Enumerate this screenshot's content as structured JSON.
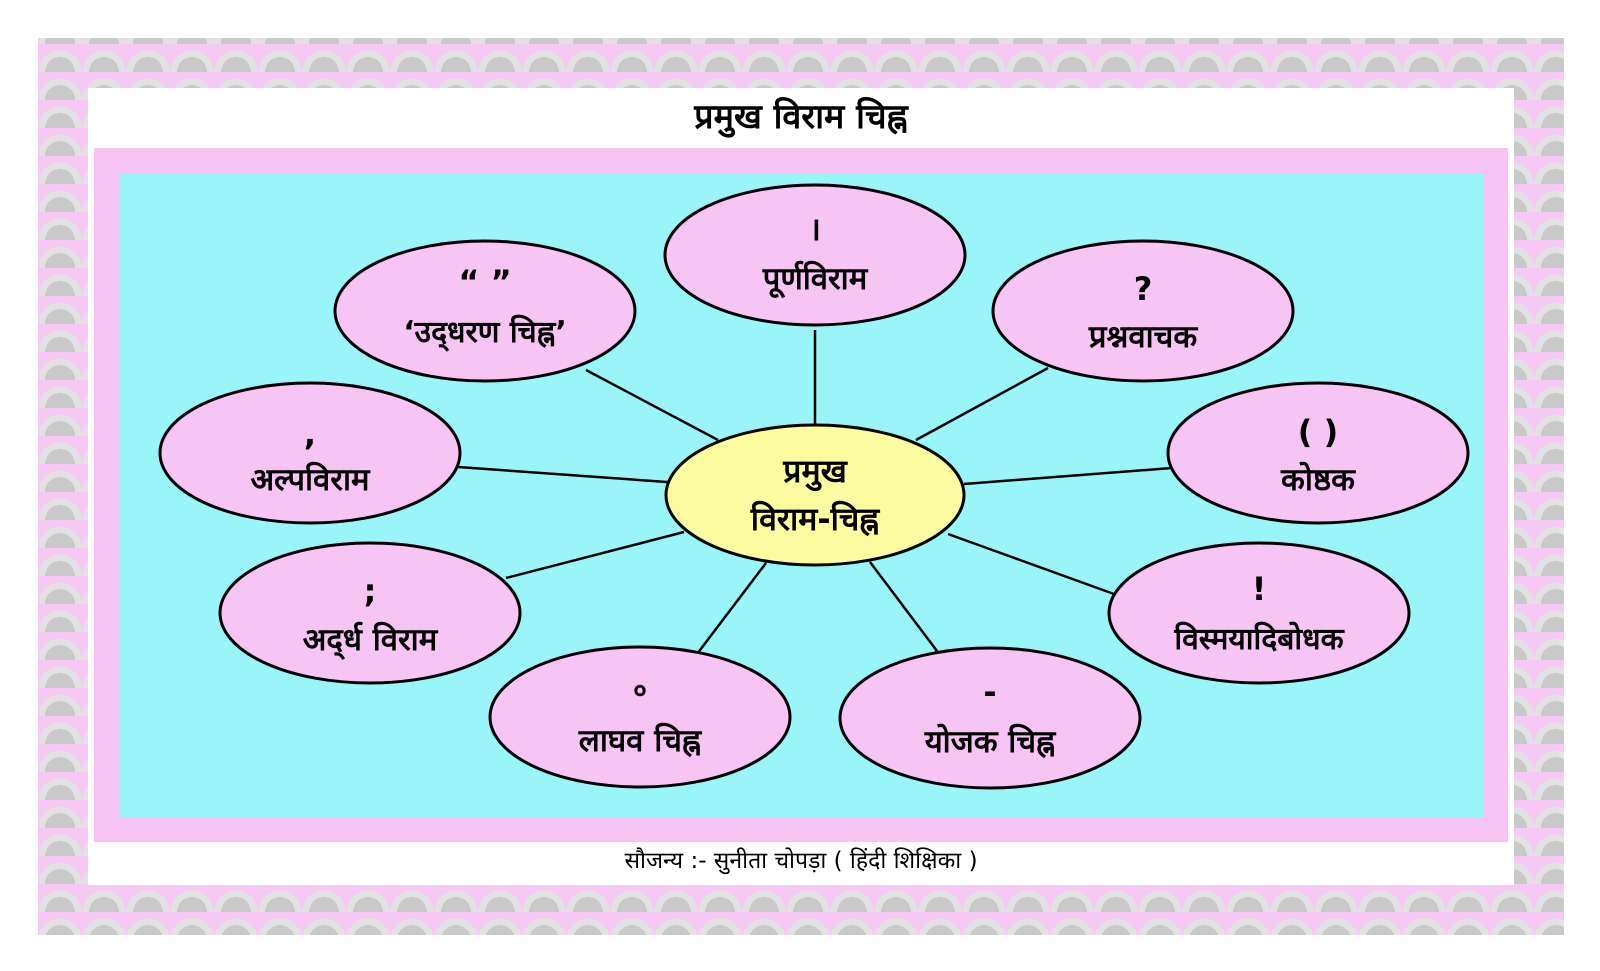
{
  "title": "प्रमुख विराम चिह्न",
  "credit": "सौजन्य :- सुनीता चोपड़ा ( हिंदी शिक्षिका )",
  "center": {
    "line1": "प्रमुख",
    "line2": "विराम-चिह्न"
  },
  "nodes": [
    {
      "id": "purnaviram",
      "symbol": "।",
      "label": "पूर्णविराम"
    },
    {
      "id": "prashnavachak",
      "symbol": "?",
      "label": "प्रश्नवाचक"
    },
    {
      "id": "koshthak",
      "symbol": "( )",
      "label": "कोष्ठक"
    },
    {
      "id": "vismayadibodhak",
      "symbol": "!",
      "label": "विस्मयादिबोधक"
    },
    {
      "id": "yojak",
      "symbol": "-",
      "label": "योजक चिह्न"
    },
    {
      "id": "laghav",
      "symbol": "०",
      "label": "लाघव चिह्न"
    },
    {
      "id": "ardhviram",
      "symbol": ";",
      "label": "अद्‌र्ध विराम"
    },
    {
      "id": "alpaviram",
      "symbol": ",",
      "label": "अल्पविराम"
    },
    {
      "id": "uddharan",
      "symbol": "“  ”",
      "label": "‘उद्‌धरण चिह्न’"
    }
  ],
  "colors": {
    "border_pink": "#f6c9f4",
    "panel_cyan": "#9af5f8",
    "node_pink": "#f7c5f3",
    "center_yellow": "#fbfca0",
    "outline": "#000000"
  }
}
